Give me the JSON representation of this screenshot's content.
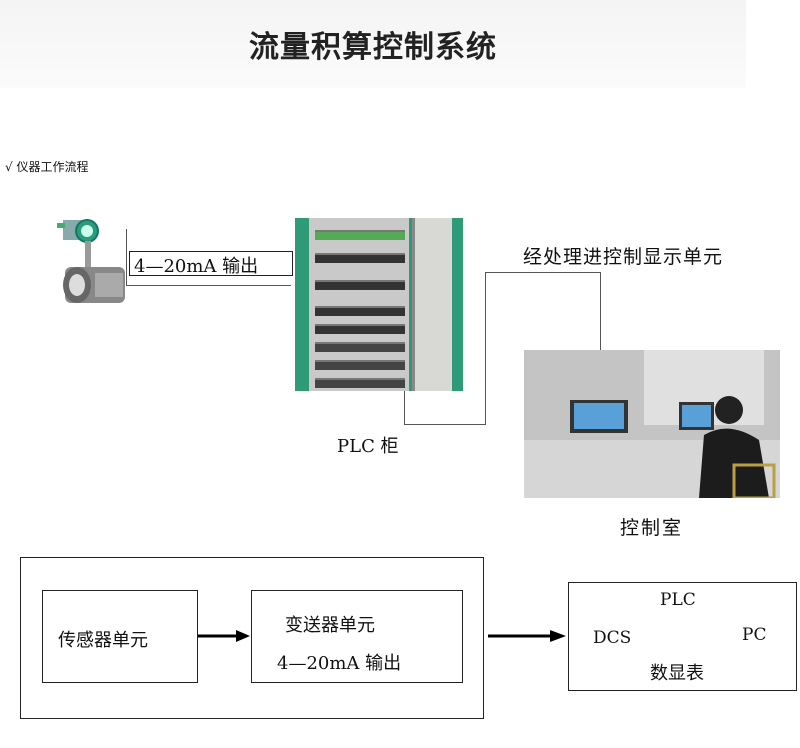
{
  "header": {
    "title": "流量积算控制系统"
  },
  "section": {
    "heading": "√ 仪器工作流程"
  },
  "top_diagram": {
    "signal_label": "4—20mA 输出",
    "plc_caption": "PLC 柜",
    "process_label": "经处理进控制显示单元",
    "room_caption": "控制室"
  },
  "bottom_diagram": {
    "sensor_unit": "传感器单元",
    "transmitter_unit": "变送器单元",
    "transmitter_output": "4—20mA 输出",
    "targets": {
      "plc": "PLC",
      "dcs": "DCS",
      "pc": "PC",
      "display": "数显表"
    }
  }
}
